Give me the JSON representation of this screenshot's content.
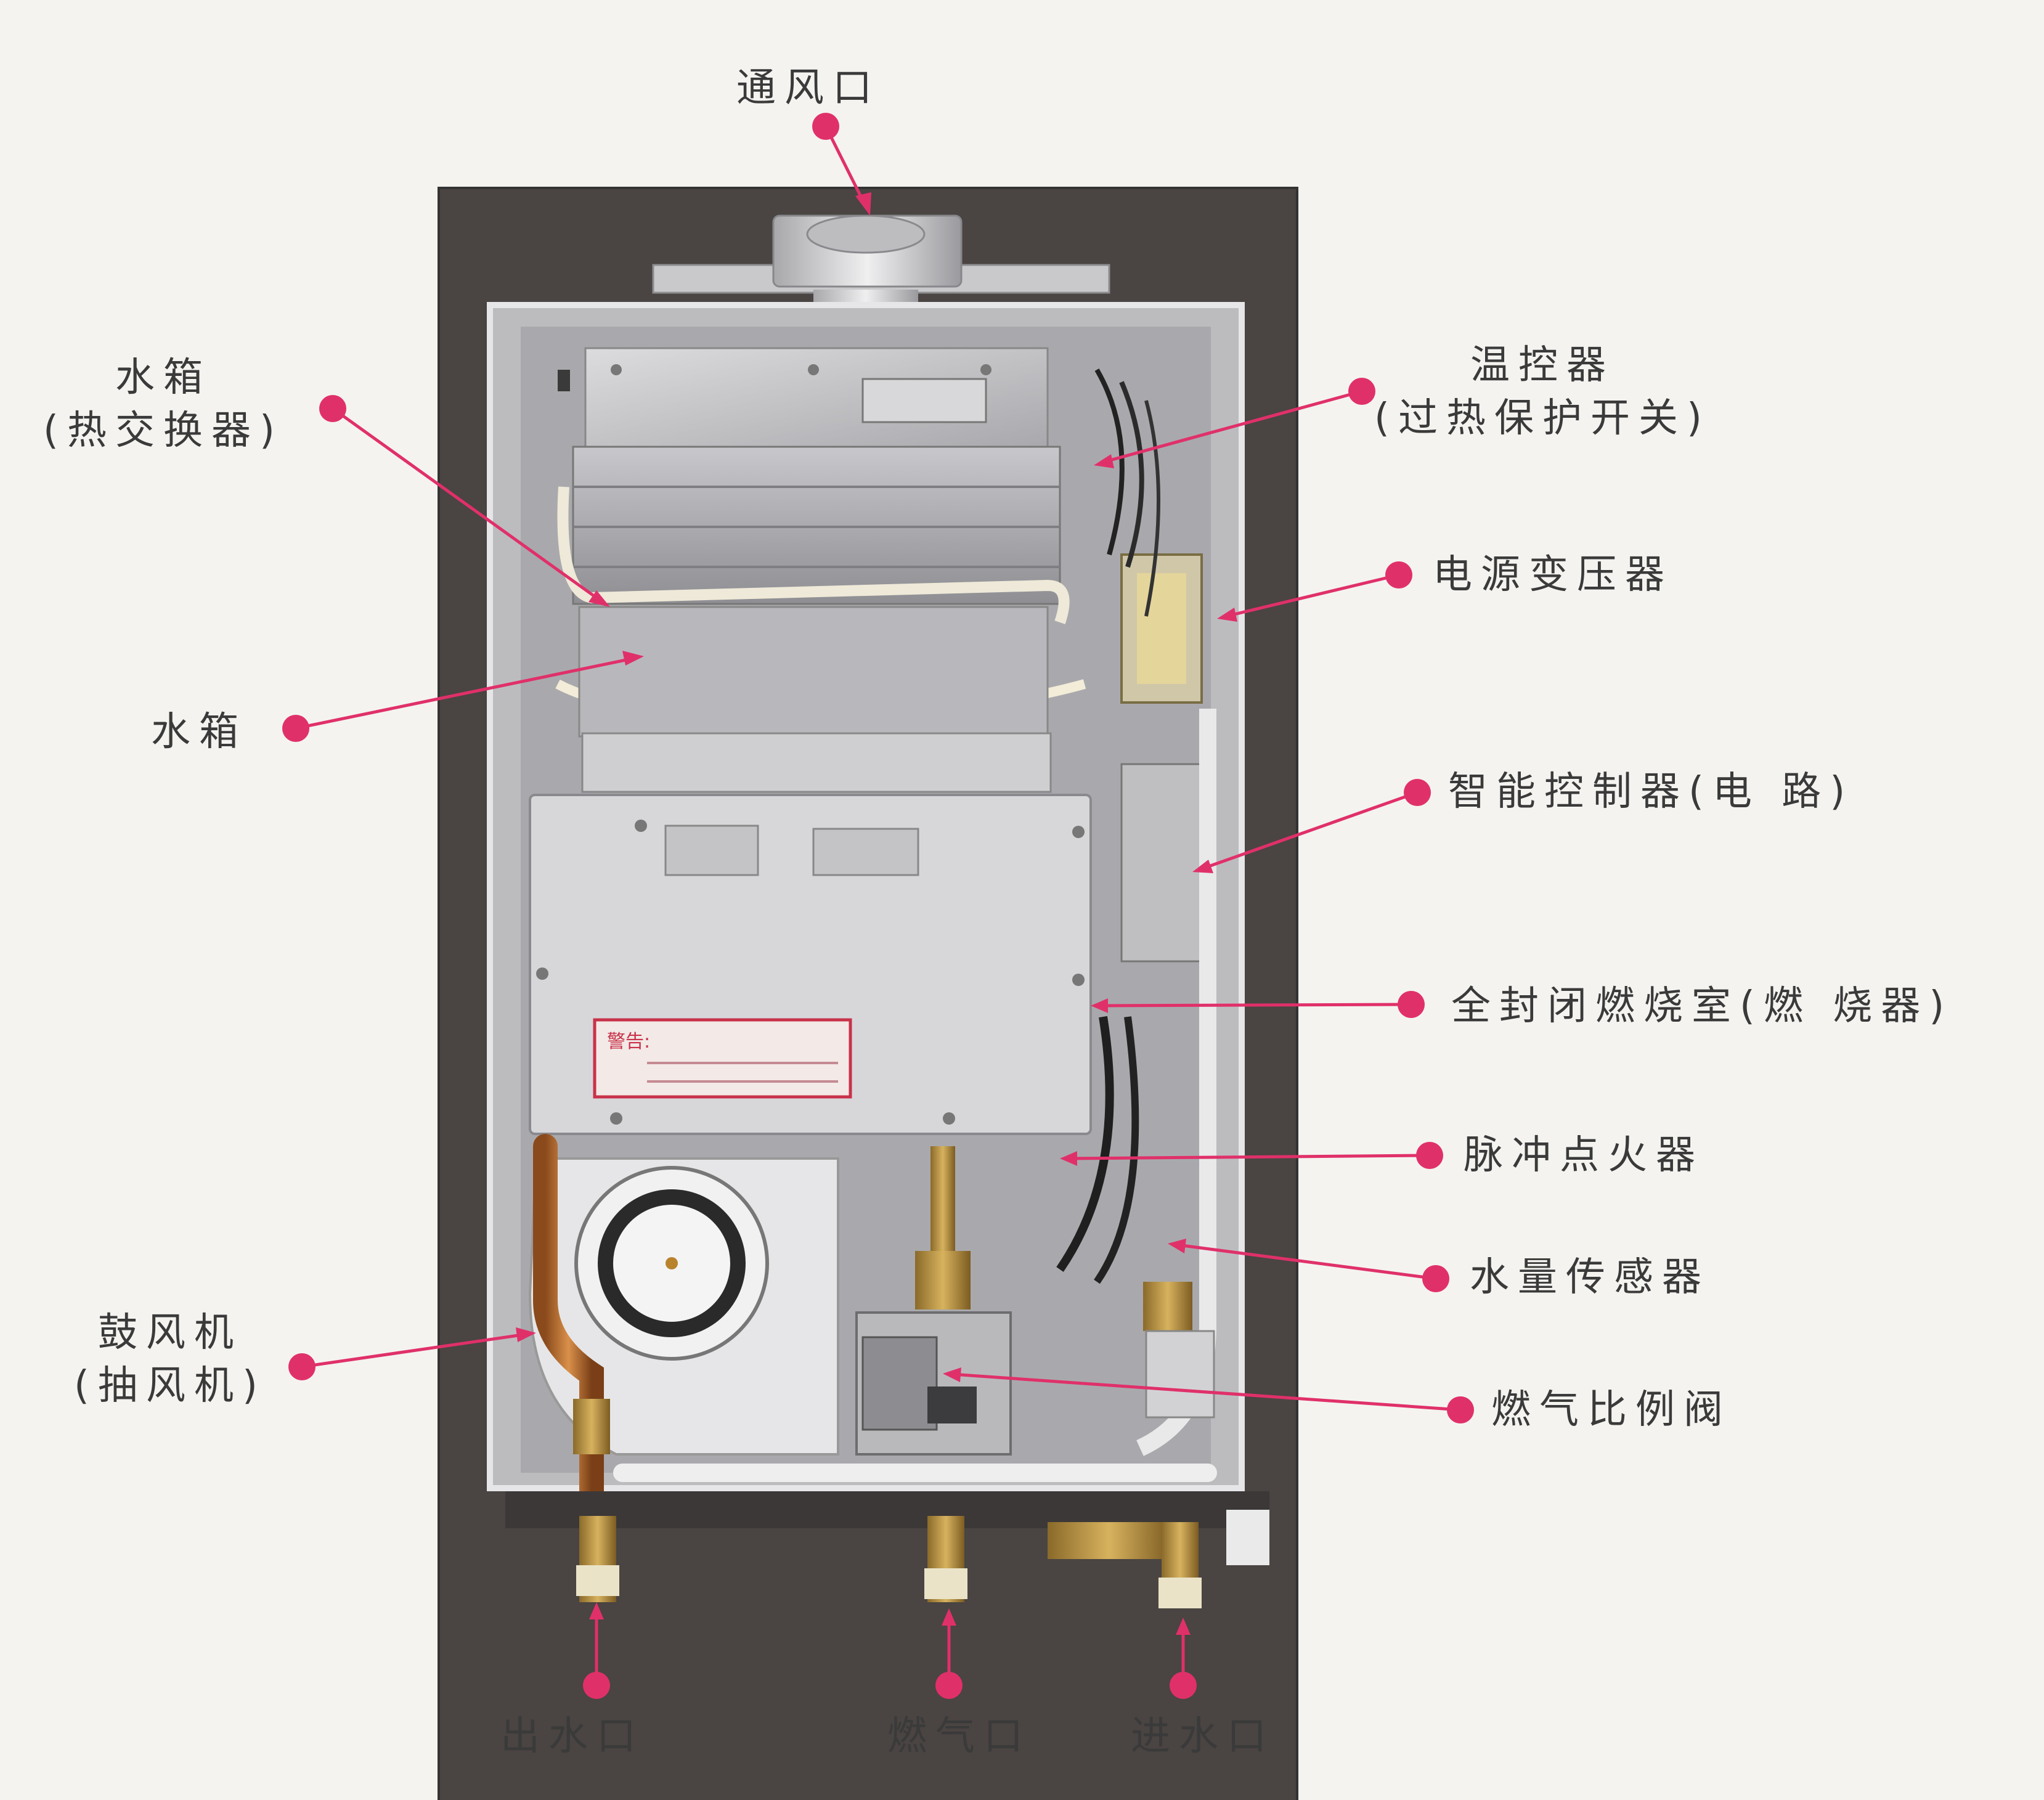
{
  "labels": {
    "vent": "通风口",
    "water_tank_hx_line1": "水箱",
    "water_tank_hx_line2": "(热交换器)",
    "water_tank": "水箱",
    "blower_line1": "鼓风机",
    "blower_line2": "(抽风机)",
    "thermostat_line1": "温控器",
    "thermostat_line2": "(过热保护开关)",
    "transformer": "电源变压器",
    "controller": "智能控制器(电 路)",
    "combustion_chamber": "全封闭燃烧室(燃 烧器)",
    "igniter": "脉冲点火器",
    "flow_sensor": "水量传感器",
    "gas_valve": "燃气比例阀",
    "water_outlet": "出水口",
    "gas_inlet": "燃气口",
    "water_inlet": "进水口"
  },
  "warning_plate": {
    "title": "警告:"
  },
  "colors": {
    "accent": "#e0306a",
    "label_text": "#3a3a3a",
    "background": "#f4f3f0",
    "frame": "#4a4442"
  }
}
